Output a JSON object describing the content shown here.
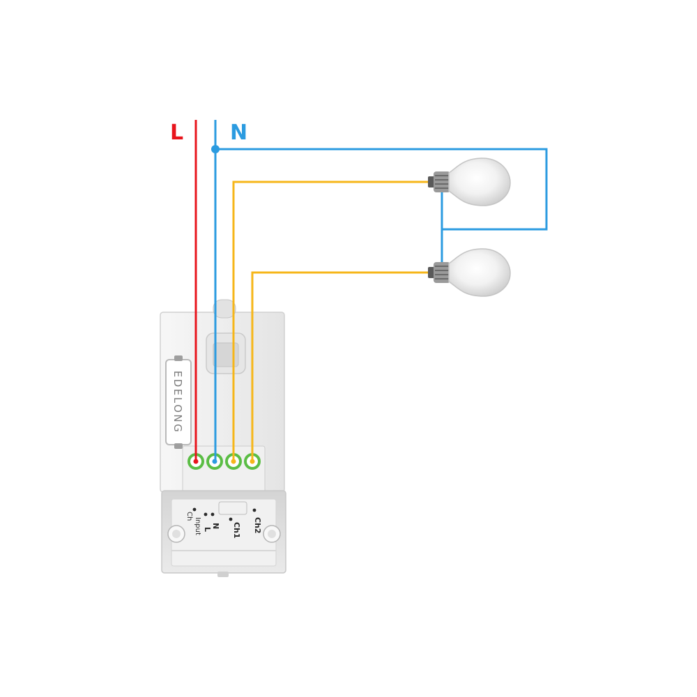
{
  "diagram": {
    "labels": {
      "live": "L",
      "neutral": "N"
    },
    "brand": "EDELONG",
    "terminals": {
      "ch_in": "Ch",
      "input": "Input",
      "l": "L",
      "n": "N",
      "ch1": "Ch1",
      "ch2": "Ch2"
    },
    "colors": {
      "live": "#e8141c",
      "neutral": "#2b9be0",
      "switched": "#f6b619",
      "module_body": "#ececec",
      "terminal_green": "#5bbd45"
    }
  }
}
